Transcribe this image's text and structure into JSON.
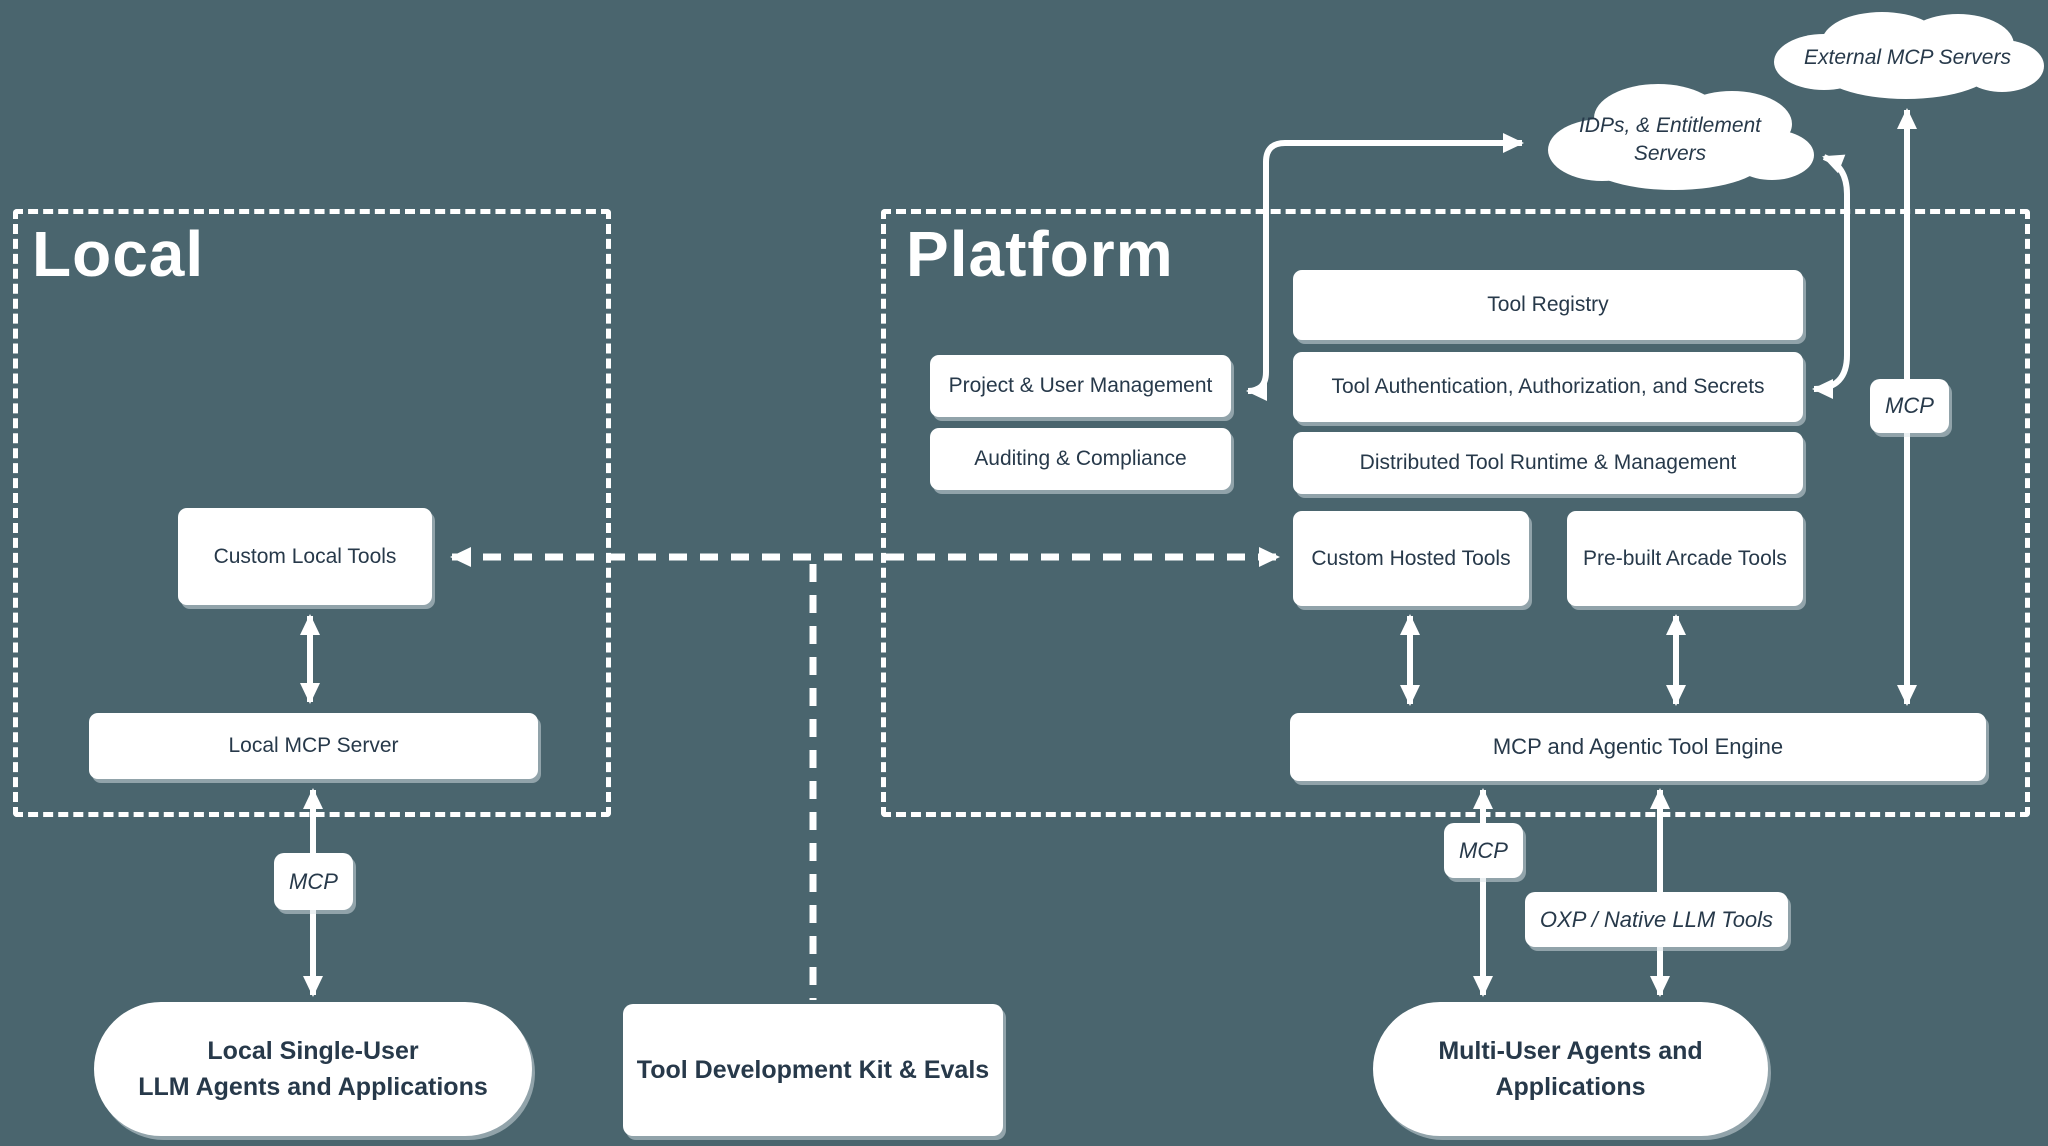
{
  "colors": {
    "background": "#4a656e",
    "box_text": "#27394a",
    "line": "#ffffff"
  },
  "containers": {
    "local": {
      "label": "Local"
    },
    "platform": {
      "label": "Platform"
    }
  },
  "clouds": {
    "external_mcp": {
      "label": "External MCP Servers"
    },
    "idp": {
      "label_line1": "IDPs, & Entitlement",
      "label_line2": "Servers"
    }
  },
  "local_nodes": {
    "custom_local_tools": "Custom Local Tools",
    "local_mcp_server": "Local MCP Server"
  },
  "platform_nodes": {
    "tool_registry": "Tool Registry",
    "project_user_management": "Project & User Management",
    "tool_auth": "Tool Authentication, Authorization, and Secrets",
    "auditing_compliance": "Auditing & Compliance",
    "distributed_runtime": "Distributed Tool Runtime & Management",
    "custom_hosted_tools": "Custom Hosted Tools",
    "prebuilt_arcade_tools": "Pre-built Arcade Tools",
    "engine": "MCP and Agentic Tool Engine"
  },
  "edge_labels": {
    "mcp_local": "MCP",
    "mcp_platform": "MCP",
    "mcp_external": "MCP",
    "oxp": "OXP / Native LLM Tools"
  },
  "bottom_nodes": {
    "local_agents_line1": "Local Single-User",
    "local_agents_line2": "LLM Agents and Applications",
    "tool_dev_kit": "Tool Development Kit & Evals",
    "multi_user_line1": "Multi-User Agents and",
    "multi_user_line2": "Applications"
  }
}
